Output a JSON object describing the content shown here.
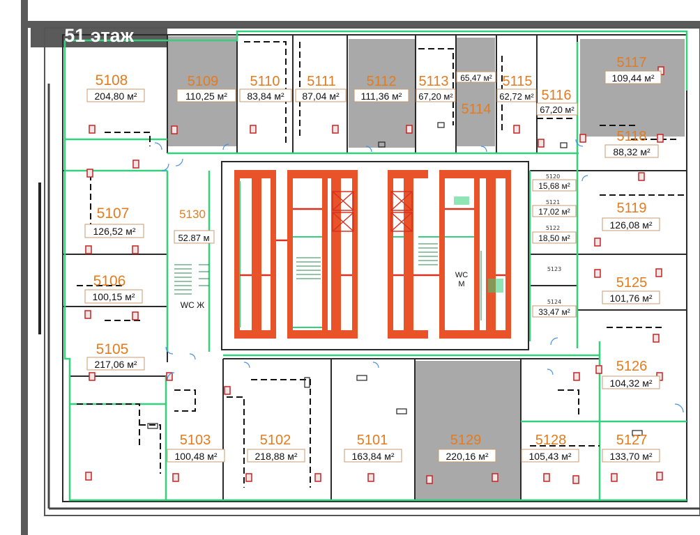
{
  "floor_title": "51 этаж",
  "colors": {
    "frame": "#5a5a5a",
    "wall": "#2a2a2a",
    "green": "#34d07c",
    "core": "#e8532a",
    "grey_fill": "#a9a9a9",
    "number": "#e37b1f",
    "area_border": "#c99a6c"
  },
  "units": [
    {
      "number": "5108",
      "area": "204,80 м²"
    },
    {
      "number": "5109",
      "area": "110,25 м²"
    },
    {
      "number": "5110",
      "area": "83,84 м²"
    },
    {
      "number": "5111",
      "area": "87,04 м²"
    },
    {
      "number": "5112",
      "area": "111,36 м²"
    },
    {
      "number": "5113",
      "area": "67,20 м²"
    },
    {
      "number": "5114",
      "area": "65,47 м²"
    },
    {
      "number": "5115",
      "area": "62,72 м²"
    },
    {
      "number": "5116",
      "area": "67,20 м²"
    },
    {
      "number": "5117",
      "area": "109,44 м²"
    },
    {
      "number": "5118",
      "area": "88,32 м²"
    },
    {
      "number": "5107",
      "area": "126,52 м²"
    },
    {
      "number": "5130",
      "area": "52.87 м"
    },
    {
      "number": "5120",
      "area": "15,68 м²"
    },
    {
      "number": "5121",
      "area": "17,02 м²"
    },
    {
      "number": "5122",
      "area": "18,50 м²"
    },
    {
      "number": "5119",
      "area": "126,08 м²"
    },
    {
      "number": "5106",
      "area": "100,15 м²"
    },
    {
      "number": "5123",
      "area": ""
    },
    {
      "number": "5124",
      "area": "33,47 м²"
    },
    {
      "number": "5125",
      "area": "101,76 м²"
    },
    {
      "number": "5105",
      "area": "217,06 м²"
    },
    {
      "number": "5126",
      "area": "104,32 м²"
    },
    {
      "number": "5103",
      "area": "100,48 м²"
    },
    {
      "number": "5102",
      "area": "218,88 м²"
    },
    {
      "number": "5101",
      "area": "163,84 м²"
    },
    {
      "number": "5129",
      "area": "220,16 м²"
    },
    {
      "number": "5128",
      "area": "105,43 м²"
    },
    {
      "number": "5127",
      "area": "133,70 м²"
    }
  ],
  "wc_labels": {
    "women": "WC Ж",
    "men_line1": "WC",
    "men_line2": "М"
  }
}
